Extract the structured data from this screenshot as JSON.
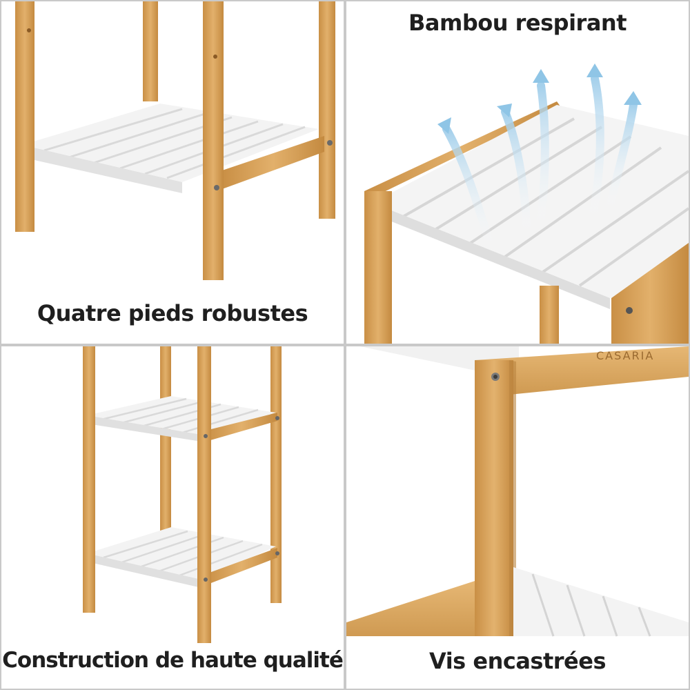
{
  "panels": [
    {
      "caption": "Quatre pieds robustes"
    },
    {
      "caption": "Bambou respirant"
    },
    {
      "caption": "Construction de haute qualité"
    },
    {
      "caption": "Vis encastrées"
    }
  ],
  "brand_mark": "CASARIA",
  "colors": {
    "bamboo": "#d9a561",
    "bamboo_dark": "#b9843f",
    "shelf_white": "#f4f4f4",
    "shelf_shadow": "#d7d7d7",
    "text": "#1f1f1f",
    "airflow": "#a9d4ee"
  }
}
